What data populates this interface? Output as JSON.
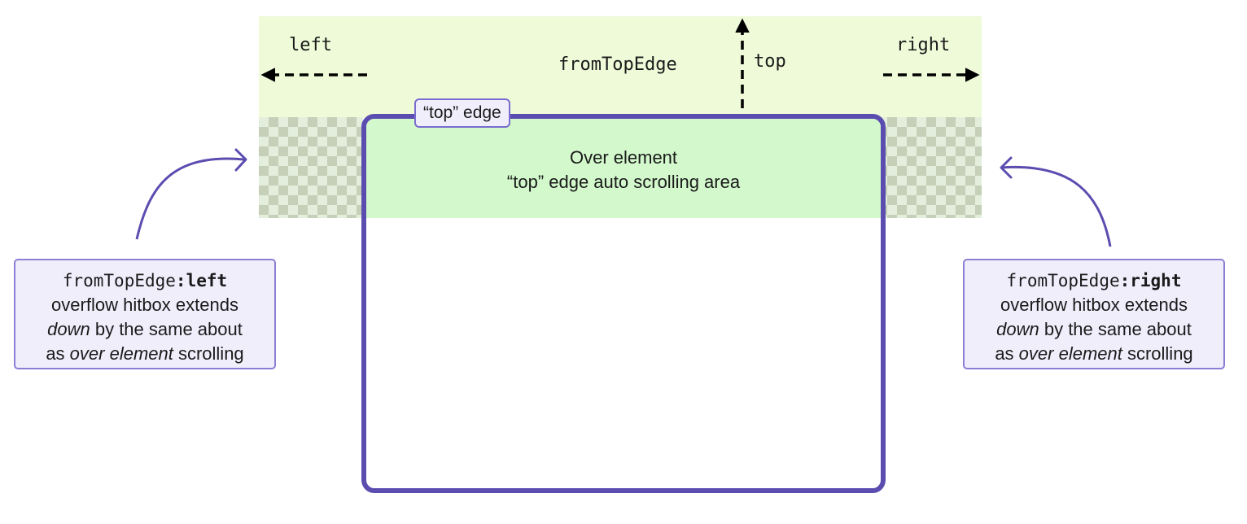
{
  "header": {
    "region_label": "fromTopEdge",
    "left_label": "left",
    "right_label": "right",
    "top_label": "top"
  },
  "element": {
    "edge_tag": "“top” edge",
    "over_line1": "Over element",
    "over_line2": "“top” edge auto scrolling area"
  },
  "notes": {
    "left": {
      "code_prefix": "fromTopEdge",
      "code_key": ":left",
      "line2": "overflow hitbox extends",
      "line3_em": "down",
      "line3_rest": " by the same about",
      "line4_pre": "as ",
      "line4_em": "over element",
      "line4_post": " scrolling"
    },
    "right": {
      "code_prefix": "fromTopEdge",
      "code_key": ":right",
      "line2": "overflow hitbox extends",
      "line3_em": "down",
      "line3_rest": " by the same about",
      "line4_pre": "as ",
      "line4_em": "over element",
      "line4_post": " scrolling"
    }
  },
  "colors": {
    "overflow_band": "#eefad8",
    "over_area": "#d2f8cc",
    "element_border": "#5b4db0",
    "note_bg": "#f1eefc",
    "note_border": "#8a7fd6",
    "curve_arrow": "#5b4db0"
  }
}
